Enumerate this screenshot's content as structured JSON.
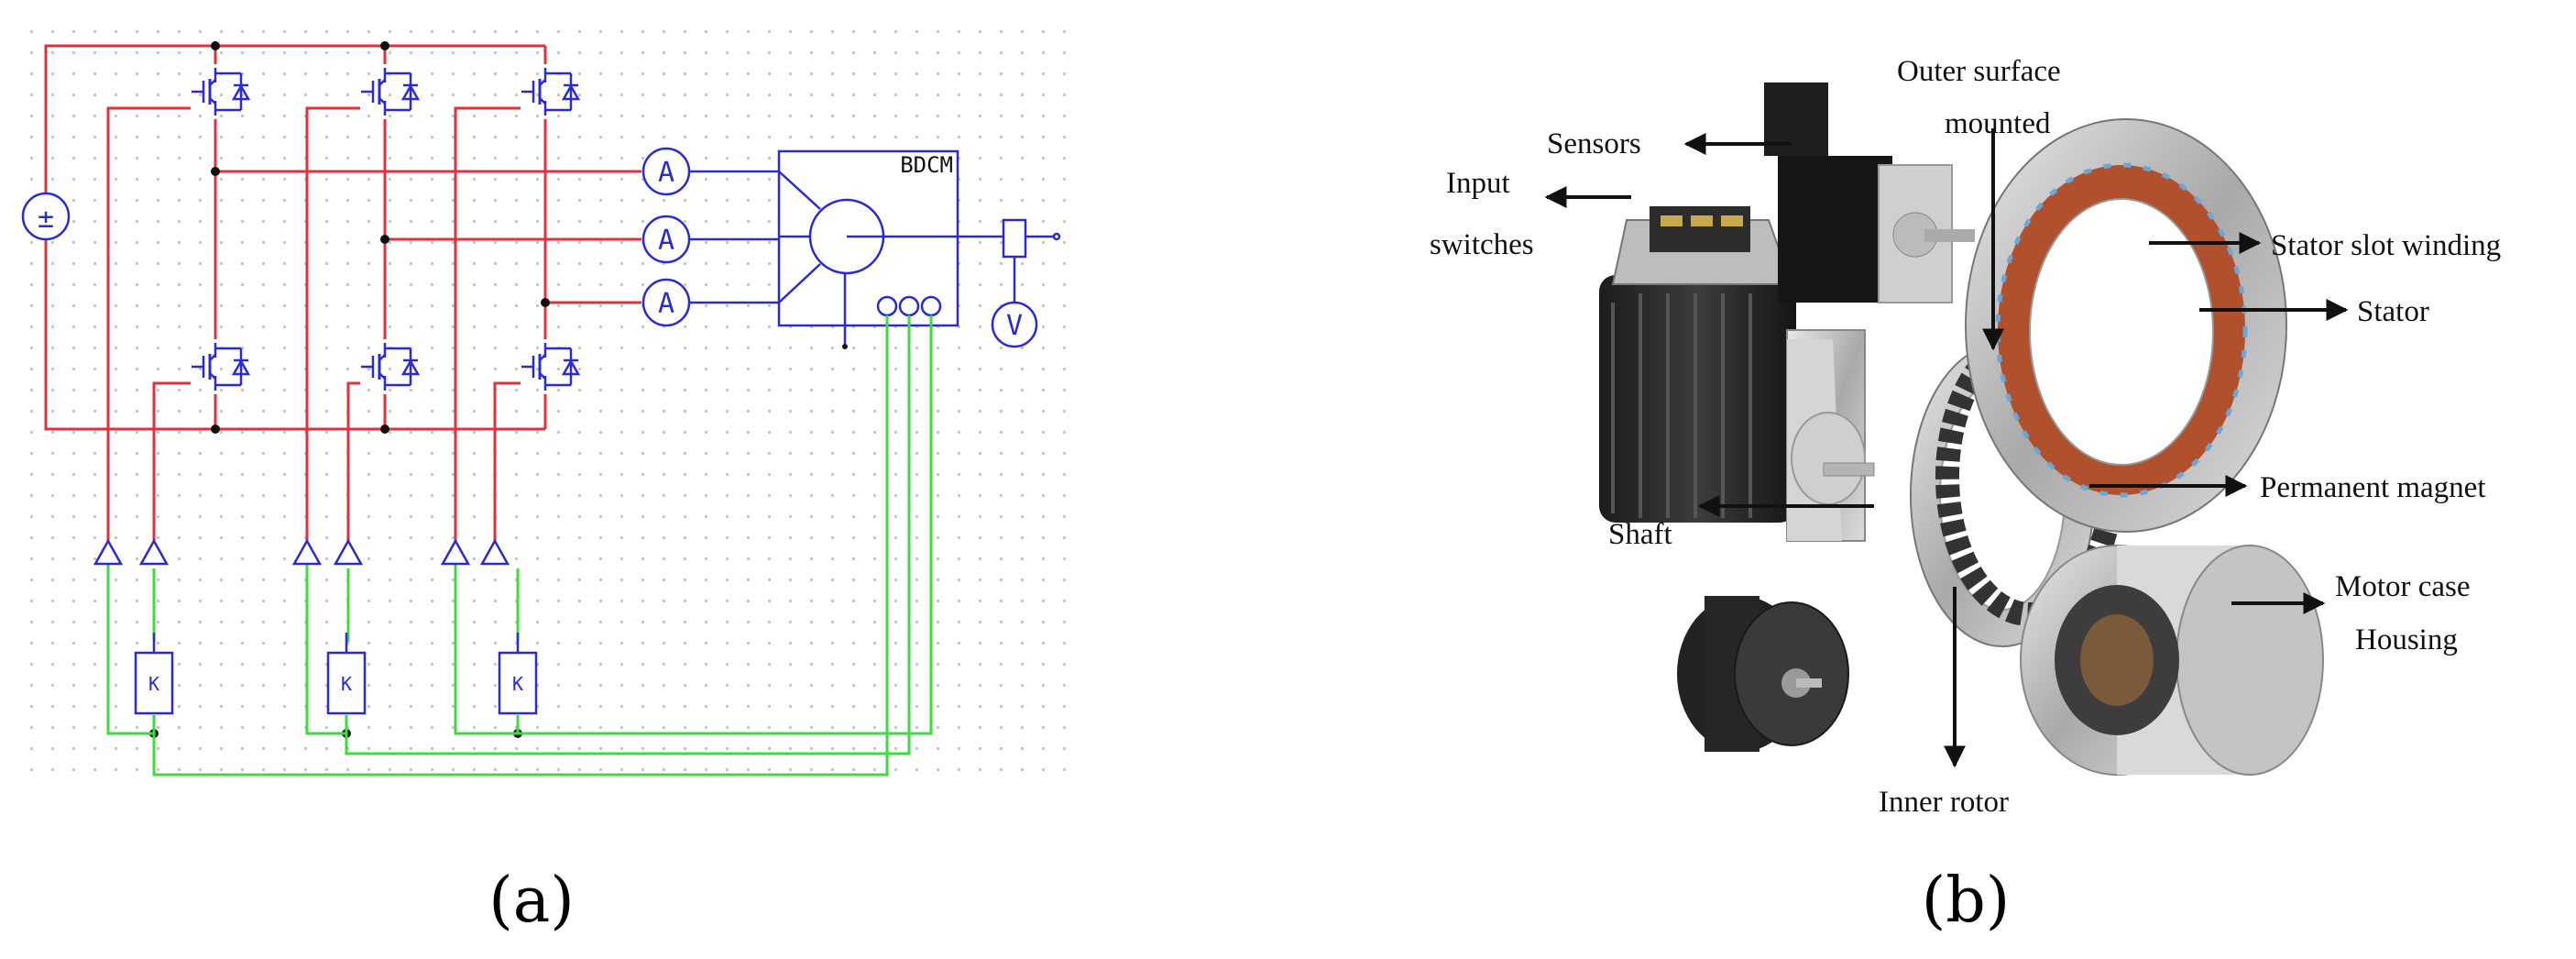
{
  "panel_a": {
    "caption": "(a)",
    "motor_label": "BDCM",
    "ammeter_symbol": "A",
    "voltmeter_symbol": "V",
    "source_symbol": "±",
    "gate_block_symbol": "K",
    "colors": {
      "power": "#e0323c",
      "component": "#2b2bd6",
      "signal": "#3cdc3c",
      "grid": "#c7c7c7"
    }
  },
  "panel_b": {
    "caption": "(b)",
    "labels": {
      "sensors": "Sensors",
      "input_switches_1": "Input",
      "input_switches_2": "switches",
      "outer_surface_1": "Outer surface",
      "outer_surface_2": "mounted",
      "stator_slot_winding": "Stator slot winding",
      "stator": "Stator",
      "permanent_magnet": "Permanent magnet",
      "shaft": "Shaft",
      "motor_case_1": "Motor case",
      "motor_case_2": "Housing",
      "inner_rotor": "Inner rotor"
    }
  }
}
